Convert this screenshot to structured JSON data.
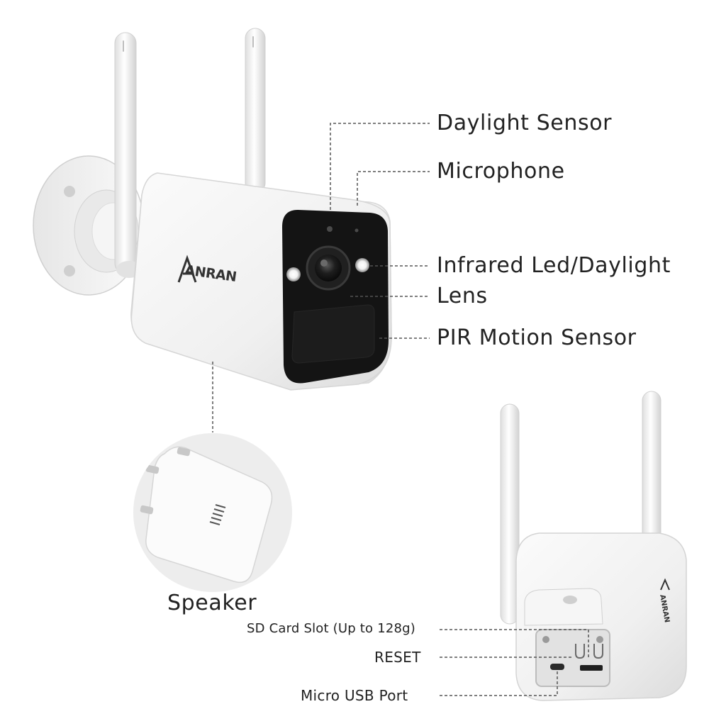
{
  "brand": {
    "logo_text": "ANRAN"
  },
  "callouts": {
    "daylight_sensor": "Daylight Sensor",
    "microphone": "Microphone",
    "infrared_led": "Infrared Led/Daylight",
    "lens": "Lens",
    "pir_sensor": "PIR Motion Sensor",
    "speaker": "Speaker",
    "sd_card_slot": "SD Card Slot (Up to 128g)",
    "reset": "RESET",
    "micro_usb": "Micro USB Port"
  },
  "colors": {
    "body": "#f4f4f4",
    "shadow": "#d7d7d7",
    "face": "#141414",
    "leader_line": "#555555",
    "text": "#222222"
  }
}
